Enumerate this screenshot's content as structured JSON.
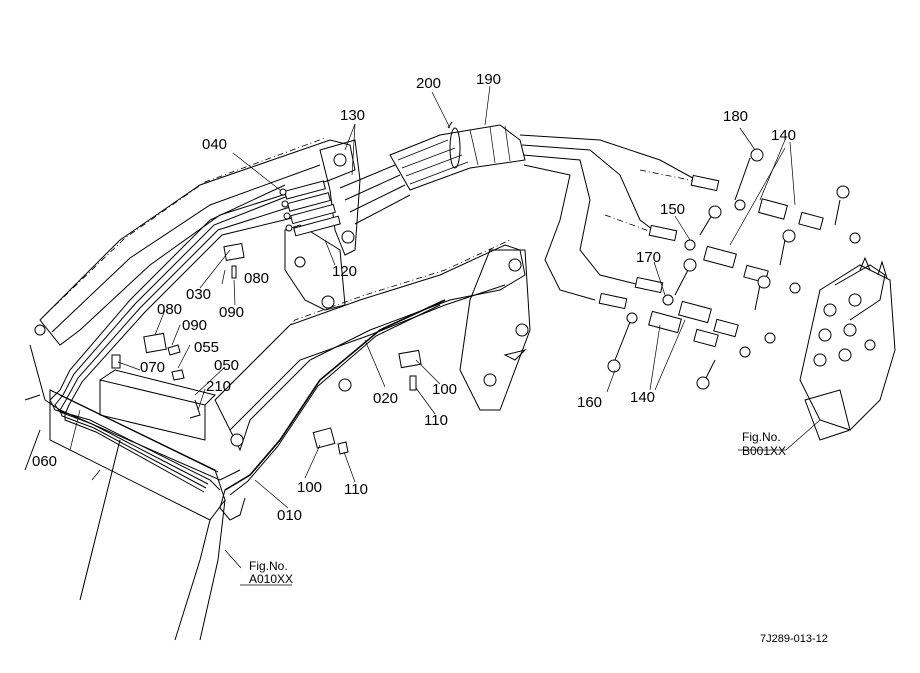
{
  "diagram": {
    "part_labels": {
      "p010": "010",
      "p020": "020",
      "p030": "030",
      "p040": "040",
      "p050": "050",
      "p055": "055",
      "p060": "060",
      "p070": "070",
      "p080a": "080",
      "p080b": "080",
      "p090a": "090",
      "p090b": "090",
      "p100a": "100",
      "p100b": "100",
      "p110a": "110",
      "p110b": "110",
      "p120": "120",
      "p130": "130",
      "p140a": "140",
      "p140b": "140",
      "p150": "150",
      "p160": "160",
      "p170": "170",
      "p180": "180",
      "p190": "190",
      "p200": "200",
      "p210": "210"
    },
    "fig_ref_a": {
      "title": "Fig.No.",
      "code": "A010XX"
    },
    "fig_ref_b": {
      "title": "Fig.No.",
      "code": "B001XX"
    },
    "drawing_code": "7J289-013-12"
  }
}
